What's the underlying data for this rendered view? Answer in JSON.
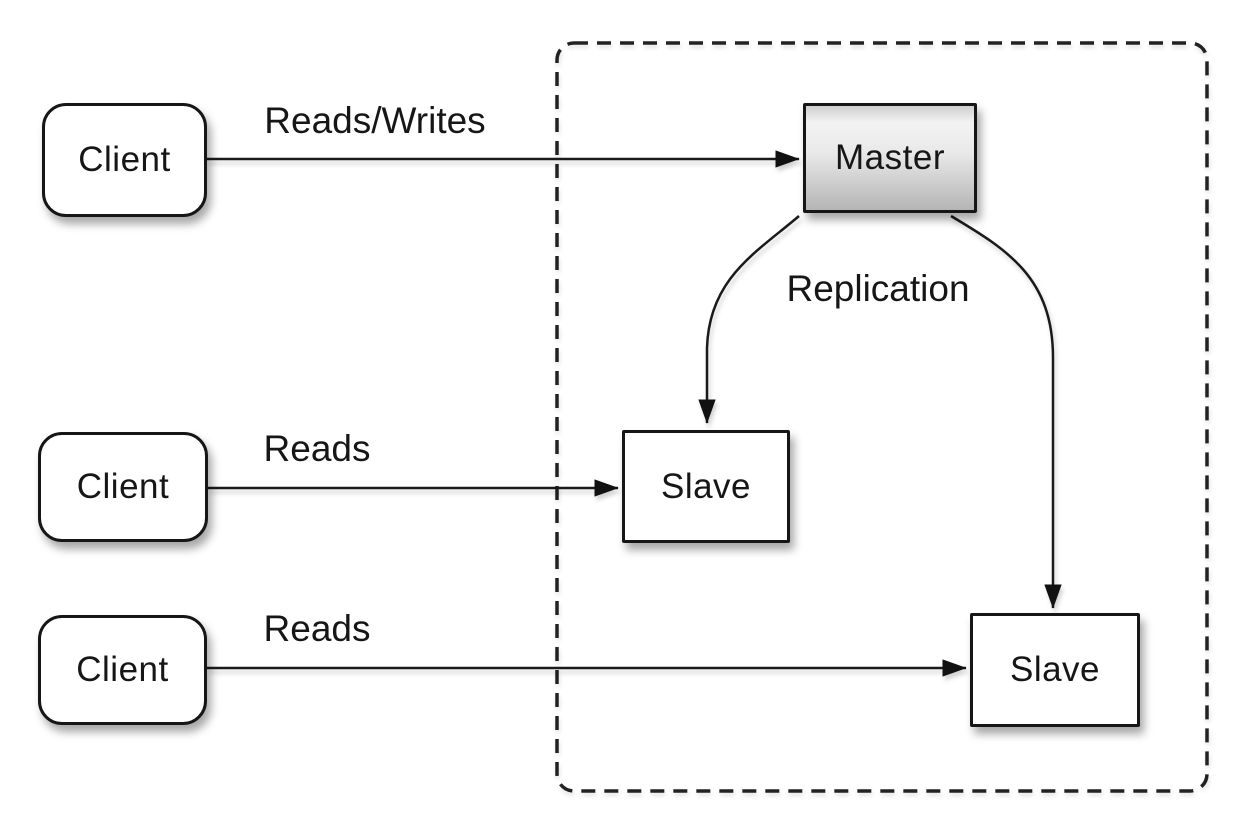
{
  "diagram": {
    "kind": "master-slave-replication-architecture",
    "cluster": {
      "note": "dashed boundary grouping master and slaves"
    },
    "nodes": {
      "client1": {
        "label": "Client"
      },
      "client2": {
        "label": "Client"
      },
      "client3": {
        "label": "Client"
      },
      "master": {
        "label": "Master"
      },
      "slave1": {
        "label": "Slave"
      },
      "slave2": {
        "label": "Slave"
      }
    },
    "edges": {
      "client1_to_master": {
        "label": "Reads/Writes"
      },
      "client2_to_slave1": {
        "label": "Reads"
      },
      "client3_to_slave2": {
        "label": "Reads"
      },
      "master_to_slaves": {
        "label": "Replication"
      }
    },
    "colors": {
      "background": "#ffffff",
      "line": "#1a1a1a",
      "node_border": "#161616",
      "node_fill": "#ffffff",
      "master_fill_top": "#f3f3f3",
      "master_fill_bottom": "#b5b5b5",
      "text": "#161616"
    }
  }
}
